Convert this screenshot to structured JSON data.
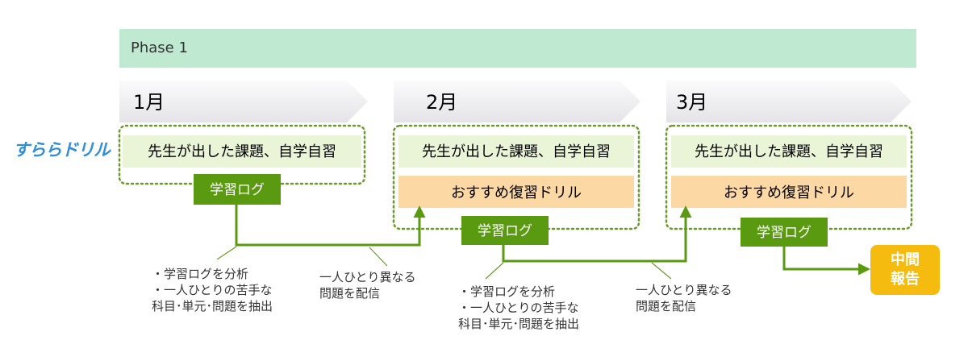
{
  "logo": "すららドリル",
  "phase": {
    "label": "Phase 1"
  },
  "months": [
    {
      "label": "1月",
      "green_label": "先生が出した課題、自学自習",
      "log_label": "学習ログ"
    },
    {
      "label": "2月",
      "green_label": "先生が出した課題、自学自習",
      "orange_label": "おすすめ復習ドリル",
      "log_label": "学習ログ"
    },
    {
      "label": "3月",
      "green_label": "先生が出した課題、自学自習",
      "orange_label": "おすすめ復習ドリル",
      "log_label": "学習ログ"
    }
  ],
  "annotations": [
    {
      "lines": [
        "・学習ログを分析",
        "・一人ひとりの苦手な",
        "科目･単元･問題を抽出"
      ]
    },
    {
      "lines": [
        "一人ひとり異なる",
        "問題を配信"
      ]
    },
    {
      "lines": [
        "・学習ログを分析",
        "・一人ひとりの苦手な",
        "科目･単元･問題を抽出"
      ]
    },
    {
      "lines": [
        "一人ひとり異なる",
        "問題を配信"
      ]
    }
  ],
  "report": {
    "line1": "中間",
    "line2": "報告"
  },
  "colors": {
    "phase_bg": "#bfe9d0",
    "arrow_green": "#5a9a10",
    "dotted_border": "#6a9a2a",
    "green_band": "#eaf5d8",
    "orange_band": "#fcd9a4",
    "report_bg": "#f5bb0f",
    "logo_blue": "#2f8fd8"
  }
}
